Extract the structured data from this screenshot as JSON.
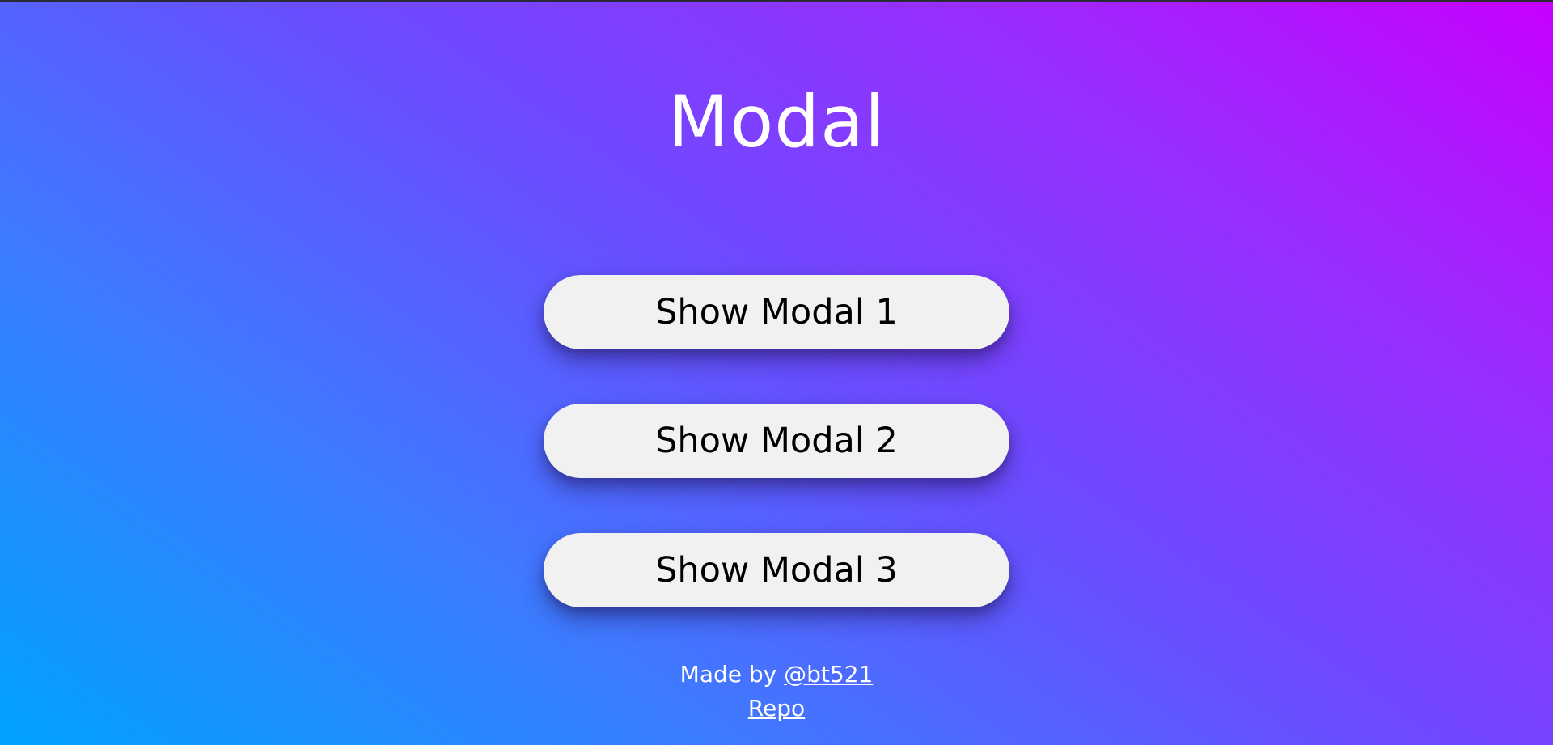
{
  "page": {
    "title": "Modal",
    "background_gradient": [
      "#00a2ff",
      "#3d7bff",
      "#6a4dff",
      "#9a2cff",
      "#c600ff"
    ]
  },
  "buttons": [
    {
      "label": "Show Modal 1"
    },
    {
      "label": "Show Modal 2"
    },
    {
      "label": "Show Modal 3"
    }
  ],
  "footer": {
    "made_by_prefix": "Made by ",
    "author_link": "@bt521",
    "repo_link": "Repo"
  },
  "colors": {
    "button_bg": "#f1f1f1",
    "button_text": "#000000",
    "text": "#ffffff"
  }
}
